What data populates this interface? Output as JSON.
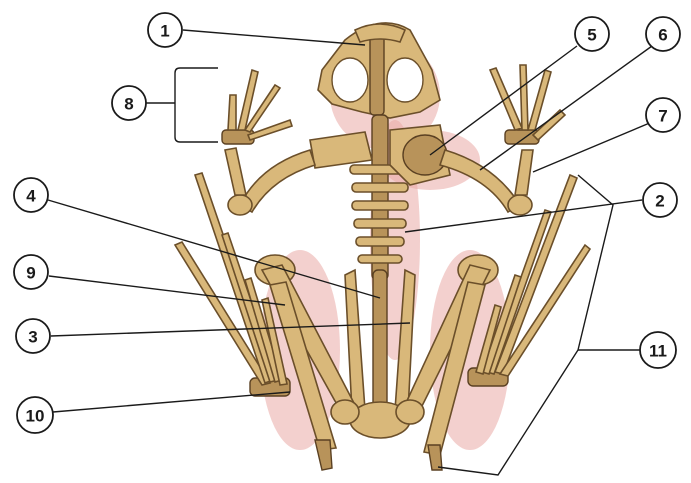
{
  "diagram": {
    "subject": "frog-skeleton",
    "labels": [
      {
        "id": "1",
        "text": "1"
      },
      {
        "id": "2",
        "text": "2"
      },
      {
        "id": "3",
        "text": "3"
      },
      {
        "id": "4",
        "text": "4"
      },
      {
        "id": "5",
        "text": "5"
      },
      {
        "id": "6",
        "text": "6"
      },
      {
        "id": "7",
        "text": "7"
      },
      {
        "id": "8",
        "text": "8"
      },
      {
        "id": "9",
        "text": "9"
      },
      {
        "id": "10",
        "text": "10"
      },
      {
        "id": "11",
        "text": "11"
      }
    ]
  }
}
